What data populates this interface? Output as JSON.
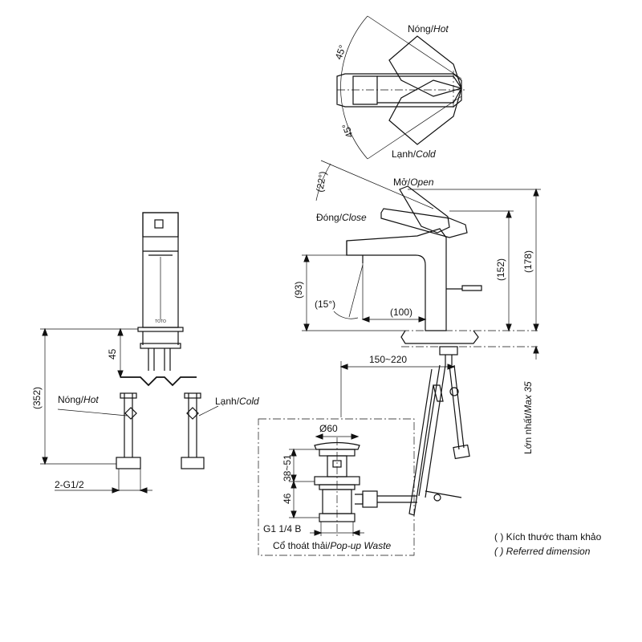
{
  "labels": {
    "top_hot": "Nóng/",
    "top_hot_it": "Hot",
    "top_cold": "Lạnh/",
    "top_cold_it": "Cold",
    "angle_top": "45°",
    "angle_bottom": "45°",
    "open": "Mở/",
    "open_it": "Open",
    "close": "Đóng/",
    "close_it": "Close",
    "lever_angle": "(22°)",
    "spout_angle": "(15°)",
    "reach": "(100)",
    "height_152": "(152)",
    "height_178": "(178)",
    "height_93": "(93)",
    "deck_max": "Lớn nhất/",
    "deck_max_it": "Max 35",
    "hole_range": "150~220",
    "side_45": "45",
    "side_352": "(352)",
    "side_hot": "Nóng/",
    "side_hot_it": "Hot",
    "side_cold": "Lạnh/",
    "side_cold_it": "Cold",
    "thread_hose": "2-G1/2",
    "waste_dia": "Ø60",
    "waste_38": "38~51",
    "waste_46": "46",
    "waste_thread": "G1 1/4 B",
    "waste_title": "Cổ thoát thải/",
    "waste_title_it": "Pop-up Waste",
    "brand": "TOTO"
  },
  "legend": {
    "line1": "(           ) Kích thước tham khảo",
    "line2": "(           ) Referred dimension"
  }
}
